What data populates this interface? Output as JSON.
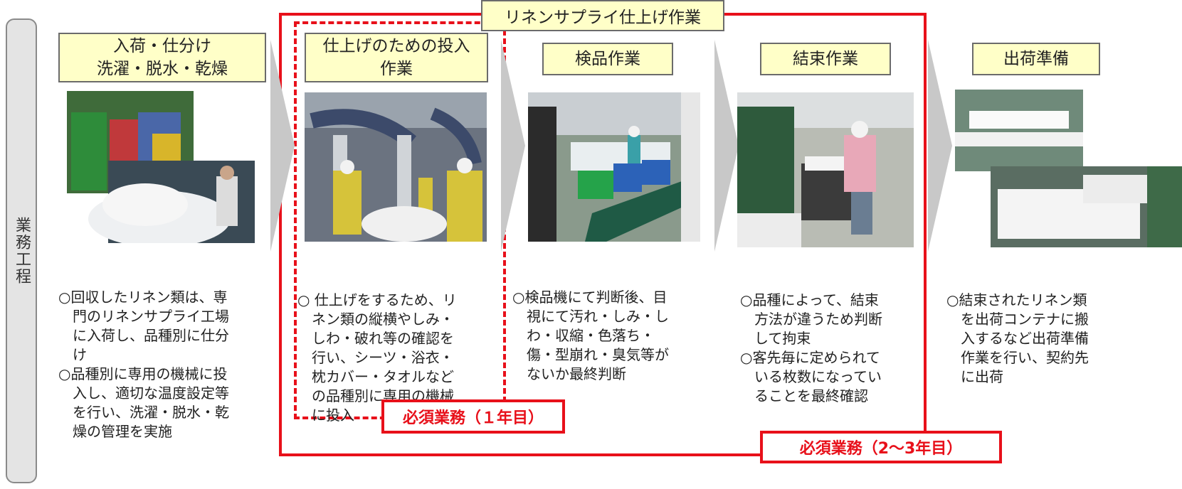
{
  "side_label": "業務工程",
  "group_title": "リネンサプライ仕上げ作業",
  "required_year1": "必須業務（１年目）",
  "required_year23": "必須業務（2～3年目）",
  "steps": [
    {
      "title": "入荷・仕分け\n洗濯・脱水・乾燥",
      "photo_icon": "laundry-intake-photo",
      "desc": "○回収したリネン類は、専\n　門のリネンサプライ工場\n　に入荷し、品種別に仕分\n　け\n○品種別に専用の機械に投\n　入し、適切な温度設定等\n　を行い、洗濯・脱水・乾\n　燥の管理を実施"
    },
    {
      "title": "仕上げのための投入\n作業",
      "photo_icon": "finishing-input-photo",
      "desc": "○ 仕上げをするため、リ\n　ネン類の縦横やしみ・\n　しわ・破れ等の確認を\n　行い、シーツ・浴衣・\n　枕カバー・タオルなど\n　の品種別に専用の機械\n　に投入"
    },
    {
      "title": "検品作業",
      "photo_icon": "inspection-photo",
      "desc": "○検品機にて判断後、目\n　視にて汚れ・しみ・し\n　わ・収縮・色落ち・\n　傷・型崩れ・臭気等が\n　ないか最終判断"
    },
    {
      "title": "結束作業",
      "photo_icon": "bundling-photo",
      "desc": "○品種によって、結束\n　方法が違うため判断\n　して拘束\n○客先毎に定められて\n　いる枚数になってい\n　ることを最終確認"
    },
    {
      "title": "出荷準備",
      "photo_icon": "shipping-prep-photo",
      "desc": "○結束されたリネン類\n　を出荷コンテナに搬\n　入するなど出荷準備\n　作業を行い、契約先\n　に出荷"
    }
  ],
  "colors": {
    "accent_red": "#e8101a",
    "header_fill": "#ffffc8",
    "arrow_gray": "#c8c8c8"
  }
}
